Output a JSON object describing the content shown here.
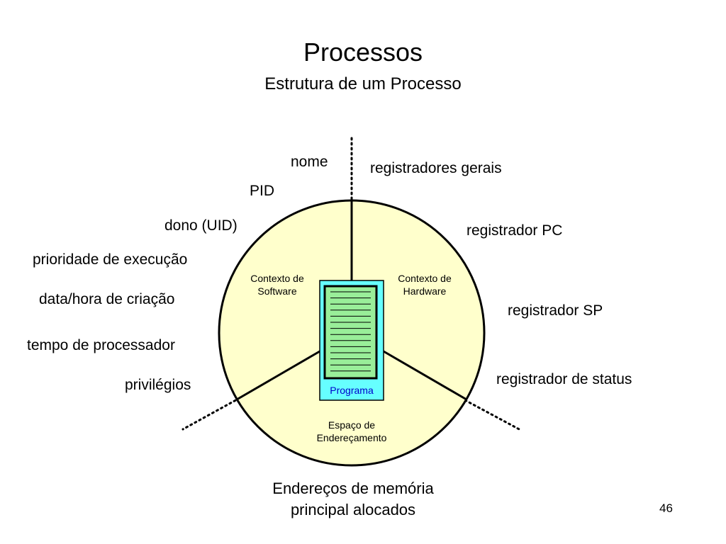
{
  "title": "Processos",
  "subtitle": "Estrutura de um Processo",
  "software_attributes": [
    "nome",
    "PID",
    "dono (UID)",
    "prioridade de execução",
    "data/hora de criação",
    "tempo de processador",
    "privilégios"
  ],
  "hardware_attributes": [
    "registradores gerais",
    "registrador PC",
    "registrador SP",
    "registrador de status"
  ],
  "sectors": {
    "software": [
      "Contexto de",
      "Software"
    ],
    "hardware": [
      "Contexto de",
      "Hardware"
    ],
    "address": [
      "Espaço de",
      "Endereçamento"
    ]
  },
  "program_label": "Programa",
  "address_space_attributes": [
    "Endereços de memória",
    "principal alocados"
  ],
  "page_number": "46",
  "colors": {
    "circle_fill": "#ffffcc",
    "program_outer": "#66ffff",
    "program_inner": "#99ee99",
    "program_label": "#0000cc"
  }
}
